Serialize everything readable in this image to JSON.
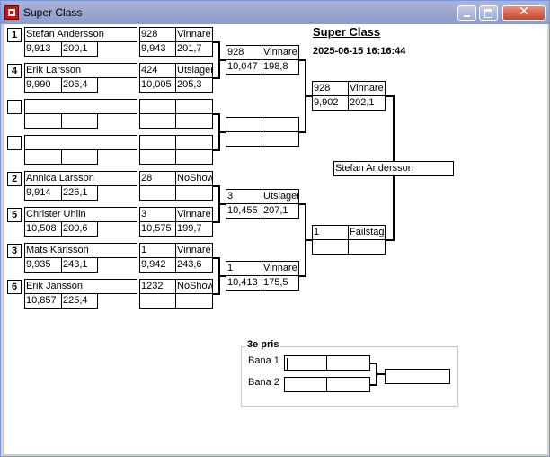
{
  "window": {
    "title": "Super Class"
  },
  "header": {
    "title": "Super Class",
    "datetime": "2025-06-15 16:16:44"
  },
  "seeds": [
    "1",
    "4",
    "",
    "",
    "2",
    "5",
    "3",
    "6"
  ],
  "round1": [
    {
      "name": "Stefan Andersson",
      "t1": "9,913",
      "t2": "200,1",
      "num": "928",
      "result": "Vinnare",
      "rt": "9,943",
      "rs": "201,7"
    },
    {
      "name": "Erik Larsson",
      "t1": "9,990",
      "t2": "206,4",
      "num": "424",
      "result": "Utslagen",
      "rt": "10,005",
      "rs": "205,3"
    },
    {
      "name": "",
      "t1": "",
      "t2": "",
      "num": "",
      "result": "",
      "rt": "",
      "rs": ""
    },
    {
      "name": "",
      "t1": "",
      "t2": "",
      "num": "",
      "result": "",
      "rt": "",
      "rs": ""
    },
    {
      "name": "Annica Larsson",
      "t1": "9,914",
      "t2": "226,1",
      "num": "28",
      "result": "NoShow",
      "rt": "",
      "rs": ""
    },
    {
      "name": "Christer Uhlin",
      "t1": "10,508",
      "t2": "200,6",
      "num": "3",
      "result": "Vinnare",
      "rt": "10,575",
      "rs": "199,7"
    },
    {
      "name": "Mats Karlsson",
      "t1": "9,935",
      "t2": "243,1",
      "num": "1",
      "result": "Vinnare",
      "rt": "9,942",
      "rs": "243,6"
    },
    {
      "name": "Erik Jansson",
      "t1": "10,857",
      "t2": "225,4",
      "num": "1232",
      "result": "NoShow",
      "rt": "",
      "rs": ""
    }
  ],
  "round2": [
    {
      "num": "928",
      "result": "Vinnare",
      "rt": "10,047",
      "rs": "198,8"
    },
    {
      "num": "",
      "result": "",
      "rt": "",
      "rs": ""
    },
    {
      "num": "3",
      "result": "Utslagen",
      "rt": "10,455",
      "rs": "207,1"
    },
    {
      "num": "1",
      "result": "Vinnare",
      "rt": "10,413",
      "rs": "175,5"
    }
  ],
  "semis": [
    {
      "num": "928",
      "result": "Vinnare",
      "rt": "9,902",
      "rs": "202,1"
    },
    {
      "num": "1",
      "result": "Failstage",
      "rt": "",
      "rs": ""
    }
  ],
  "final": {
    "winner": "Stefan Andersson"
  },
  "third_place": {
    "title": "3e pris",
    "lane1_label": "Bana 1",
    "lane2_label": "Bana 2",
    "lane1": [
      "",
      ""
    ],
    "lane2": [
      "",
      ""
    ],
    "result": ""
  }
}
